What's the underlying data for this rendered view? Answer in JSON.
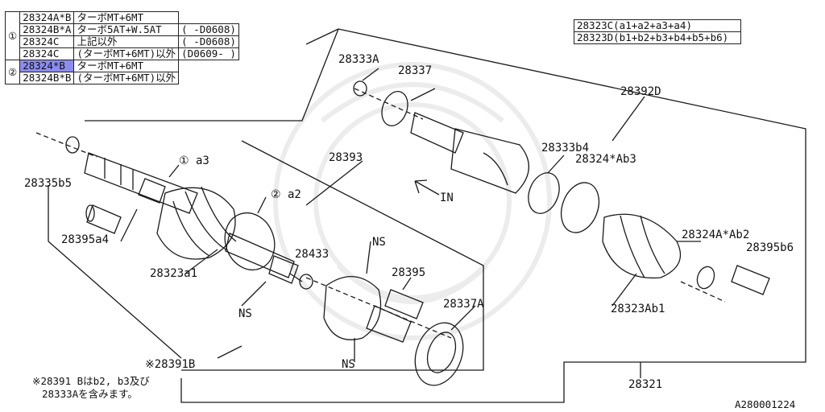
{
  "parts_table": {
    "groups": [
      {
        "marker": "①",
        "rows": [
          {
            "code": "28324A*B",
            "desc": "ターボMT+6MT",
            "date": ""
          },
          {
            "code": "28324B*A",
            "desc": "ターボ5AT+W.5AT",
            "date": "( -D0608)"
          },
          {
            "code": "28324C",
            "desc": "上記以外",
            "date": "( -D0608)"
          },
          {
            "code": "28324C",
            "desc": "(ターボMT+6MT)以外",
            "date": "(D0609- )"
          }
        ]
      },
      {
        "marker": "②",
        "rows": [
          {
            "code": "28324*B",
            "desc": "ターボMT+6MT",
            "date": ""
          },
          {
            "code": "28324B*B",
            "desc": "(ターボMT+6MT)以外",
            "date": ""
          }
        ]
      }
    ]
  },
  "kit_table": {
    "rows": [
      "28323C(a1+a2+a3+a4)",
      "28323D(b1+b2+b3+b4+b5+b6)"
    ]
  },
  "labels": {
    "p28333A": "28333A",
    "p28337": "28337",
    "p28392D": "28392D",
    "p28393": "28393",
    "p28333b4": "28333b4",
    "p28324Ab3": "28324*Ab3",
    "p28335b5": "28335b5",
    "a3": "① a3",
    "a2": "② a2",
    "in": "IN",
    "p28395a4": "28395a4",
    "ns1": "NS",
    "p28324AAb2": "28324A*Ab2",
    "p28395b6": "28395b6",
    "p28323a1": "28323a1",
    "p28433": "28433",
    "p28395": "28395",
    "ns2": "NS",
    "p28337A": "28337A",
    "p28323Ab1": "28323Ab1",
    "p28391B": "※28391B",
    "ns3": "NS",
    "p28321": "28321",
    "note_line1": "※28391 Bはb2, b3及び",
    "note_line2": "28333Aを含みます。",
    "figure_id": "A280001224"
  },
  "colors": {
    "ink": "#1a1a1a",
    "highlight": "#8c8cf0",
    "watermark": "#ececec"
  }
}
